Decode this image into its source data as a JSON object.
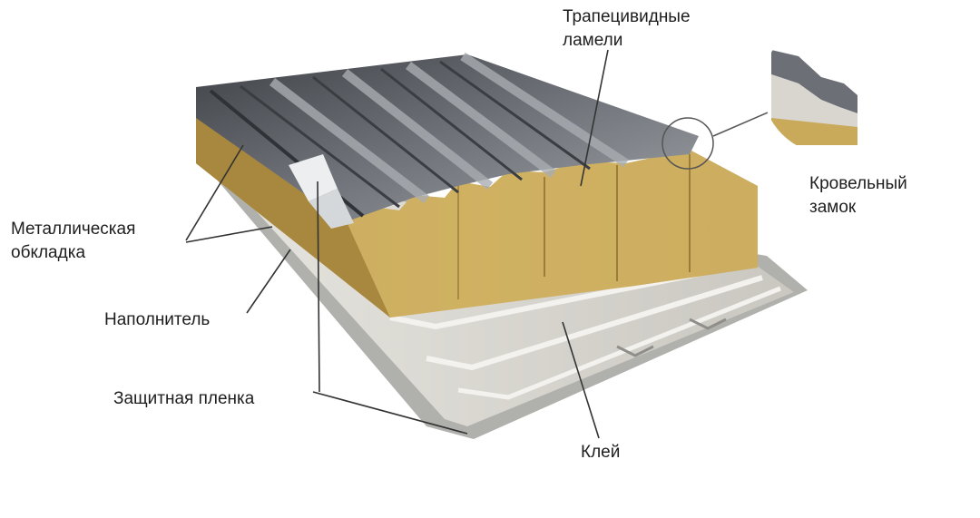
{
  "labels": {
    "trapezoid_line1": "Трапецивидные",
    "trapezoid_line2": "ламели",
    "roof_lock_line1": "Кровельный",
    "roof_lock_line2": "замок",
    "metal_line1": "Металлическая",
    "metal_line2": "обкладка",
    "filler": "Наполнитель",
    "protective_film": "Защитная пленка",
    "glue": "Клей"
  },
  "colors": {
    "metal_dark": "#4a4d52",
    "metal_mid": "#7a7e84",
    "metal_light": "#b9bcc0",
    "wool": "#c9a95a",
    "wool_dark": "#a98a40",
    "bottom_sheet": "#d8d6cf",
    "leader_line": "#333333"
  }
}
